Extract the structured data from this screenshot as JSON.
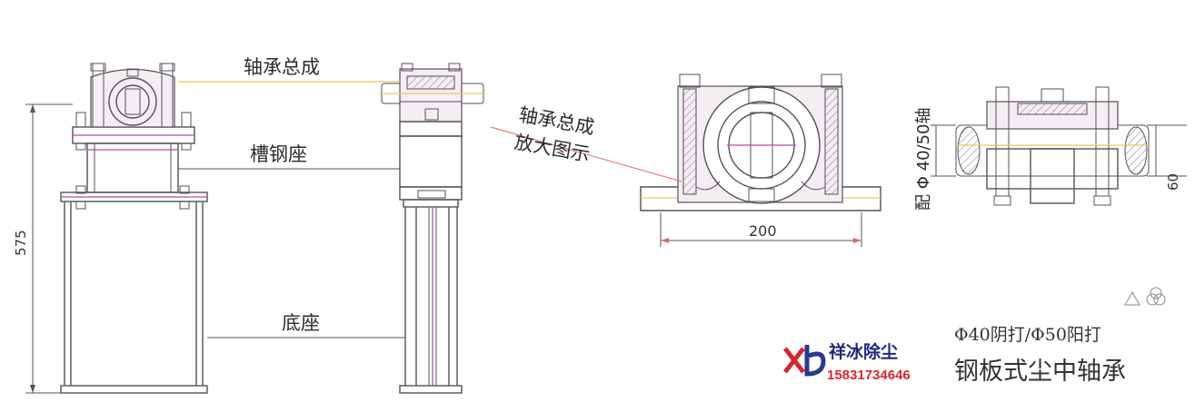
{
  "labels": {
    "bearing_assembly": "轴承总成",
    "channel_seat": "槽钢座",
    "base": "底座",
    "bearing_enlarged_line1": "轴承总成",
    "bearing_enlarged_line2": "放大图示",
    "shaft_fit": "配 Φ 40/50轴"
  },
  "dimensions": {
    "height": "575",
    "width": "200",
    "offset": "60"
  },
  "brand": {
    "name": "祥冰除尘",
    "phone": "15831734646",
    "logo_letters": "xb"
  },
  "product": {
    "thread_spec": "Φ40阴打/Φ50阳打",
    "title": "钢板式尘中轴承"
  },
  "colors": {
    "brand_red": "#d8262e",
    "brand_blue": "#2a3a8f",
    "line": "#55505a",
    "accent": "#b04aa8"
  }
}
